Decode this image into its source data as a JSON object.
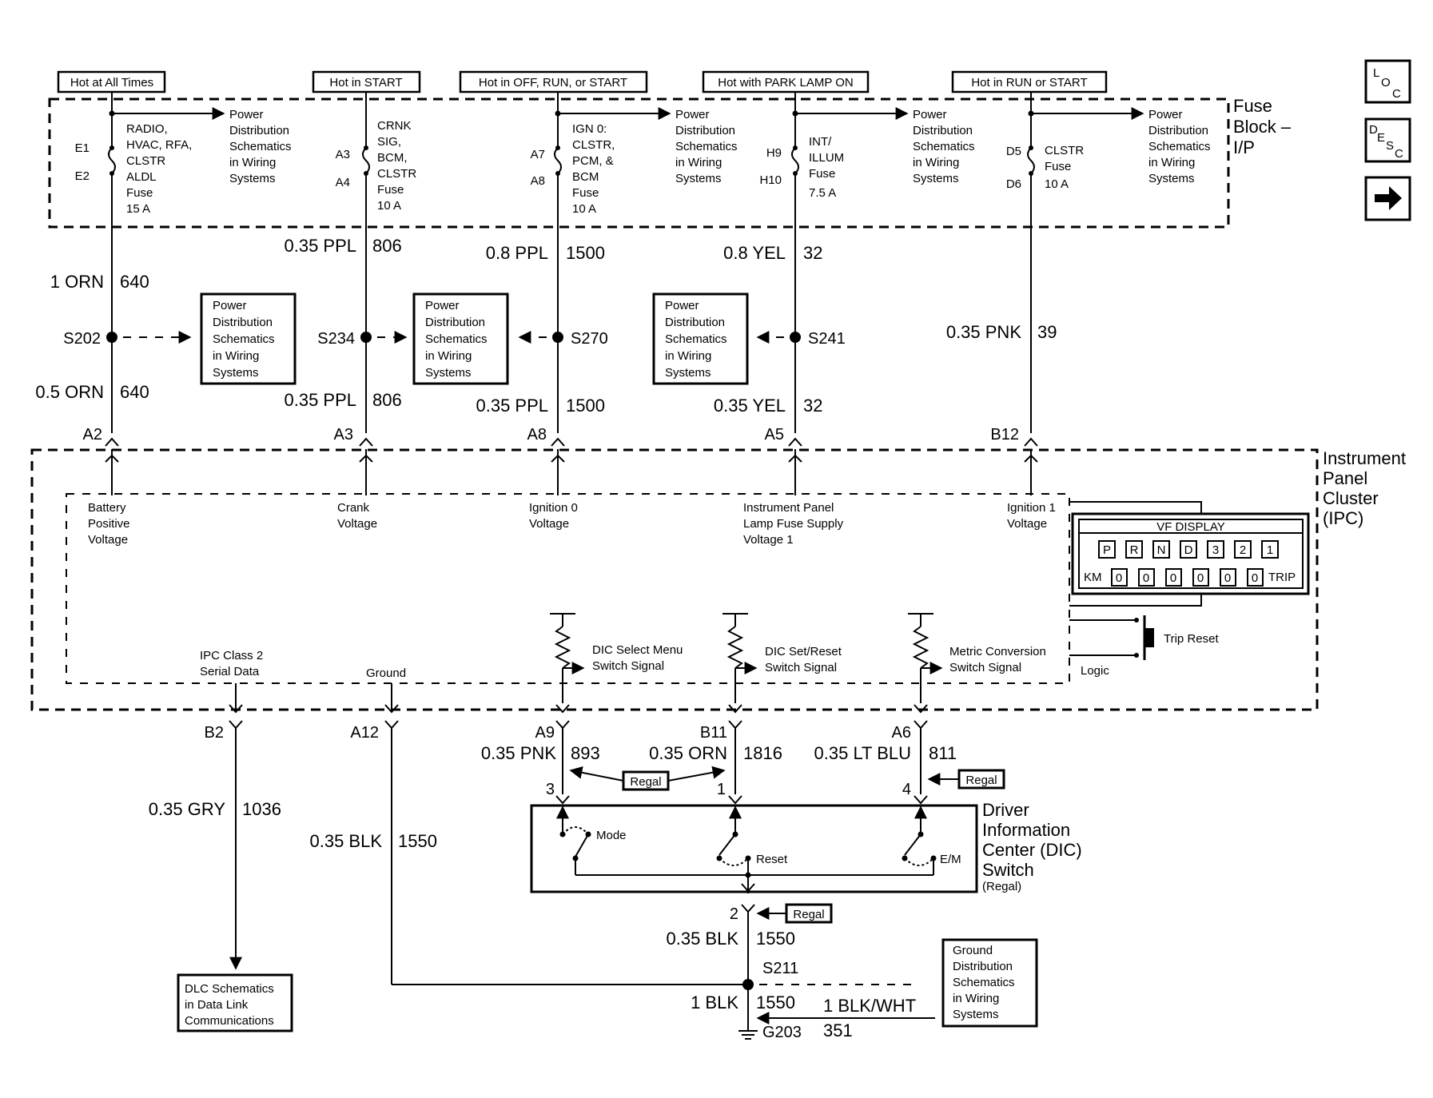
{
  "headers": [
    "Hot at All Times",
    "Hot in START",
    "Hot in OFF, RUN, or START",
    "Hot with PARK LAMP ON",
    "Hot in RUN or START"
  ],
  "fuse_block_title": [
    "Fuse",
    "Block –",
    "I/P"
  ],
  "nav_icons": {
    "loc": [
      "L",
      "O",
      "C"
    ],
    "desc": [
      "D",
      "E",
      "S",
      "C"
    ],
    "next": "next-arrow"
  },
  "fuses": [
    {
      "pins": [
        "E1",
        "E2"
      ],
      "label": [
        "RADIO,",
        "HVAC, RFA,",
        "CLSTR",
        "ALDL",
        "Fuse",
        "15 A"
      ]
    },
    {
      "pins": [
        "A3",
        "A4"
      ],
      "label": [
        "CRNK",
        "SIG,",
        "BCM,",
        "CLSTR",
        "Fuse",
        "10 A"
      ]
    },
    {
      "pins": [
        "A7",
        "A8"
      ],
      "label": [
        "IGN 0:",
        "CLSTR,",
        "PCM, &",
        "BCM",
        "Fuse",
        "10 A"
      ]
    },
    {
      "pins": [
        "H9",
        "H10"
      ],
      "label": [
        "INT/",
        "ILLUM",
        "Fuse",
        "7.5 A"
      ]
    },
    {
      "pins": [
        "D5",
        "D6"
      ],
      "label": [
        "CLSTR",
        "Fuse",
        "10 A"
      ]
    }
  ],
  "power_dist_text": [
    "Power",
    "Distribution",
    "Schematics",
    "in Wiring",
    "Systems"
  ],
  "wires_upper": [
    {
      "gauge": "1 ORN",
      "circuit": "640"
    },
    {
      "gauge": "0.35 PPL",
      "circuit": "806"
    },
    {
      "gauge": "0.8 PPL",
      "circuit": "1500"
    },
    {
      "gauge": "0.8 YEL",
      "circuit": "32"
    },
    {
      "gauge": "0.35 PNK",
      "circuit": "39"
    }
  ],
  "splices": [
    "S202",
    "S234",
    "S270",
    "S241"
  ],
  "wires_lower": [
    {
      "gauge": "0.5 ORN",
      "circuit": "640"
    },
    {
      "gauge": "0.35 PPL",
      "circuit": "806"
    },
    {
      "gauge": "0.35 PPL",
      "circuit": "1500"
    },
    {
      "gauge": "0.35 YEL",
      "circuit": "32"
    }
  ],
  "ipc_top_pins": [
    "A2",
    "A3",
    "A8",
    "A5",
    "B12"
  ],
  "ipc_title": [
    "Instrument",
    "Panel",
    "Cluster",
    "(IPC)"
  ],
  "ipc_inputs": [
    [
      "Battery",
      "Positive",
      "Voltage"
    ],
    [
      "Crank",
      "Voltage"
    ],
    [
      "Ignition 0",
      "Voltage"
    ],
    [
      "Instrument Panel",
      "Lamp Fuse Supply",
      "Voltage 1"
    ],
    [
      "Ignition 1",
      "Voltage"
    ]
  ],
  "vf_display": {
    "title": "VF DISPLAY",
    "gears": [
      "P",
      "R",
      "N",
      "D",
      "3",
      "2",
      "1"
    ],
    "km_label": "KM",
    "digits": [
      "0",
      "0",
      "0",
      "0",
      "0",
      "0"
    ],
    "trip_label": "TRIP"
  },
  "trip_reset": "Trip Reset",
  "logic": "Logic",
  "switch_signals": [
    [
      "DIC Select Menu",
      "Switch Signal"
    ],
    [
      "DIC Set/Reset",
      "Switch Signal"
    ],
    [
      "Metric Conversion",
      "Switch Signal"
    ]
  ],
  "ipc_outputs": [
    [
      "IPC Class 2",
      "Serial Data"
    ],
    [
      "Ground"
    ]
  ],
  "ipc_bottom_pins": [
    "B2",
    "A12",
    "A9",
    "B11",
    "A6"
  ],
  "wires_dic": [
    {
      "gauge": "0.35 PNK",
      "circuit": "893"
    },
    {
      "gauge": "0.35 ORN",
      "circuit": "1816"
    },
    {
      "gauge": "0.35 LT BLU",
      "circuit": "811"
    }
  ],
  "regal": "Regal",
  "dic_pins": [
    "3",
    "1",
    "4",
    "2"
  ],
  "dic_title": [
    "Driver",
    "Information",
    "Center (DIC)",
    "Switch"
  ],
  "dic_sub": "(Regal)",
  "dic_switches": [
    "Mode",
    "Reset",
    "E/M"
  ],
  "wire_b2": {
    "gauge": "0.35 GRY",
    "circuit": "1036"
  },
  "wire_a12": {
    "gauge": "0.35 BLK",
    "circuit": "1550"
  },
  "wire_dic_gnd": {
    "gauge": "0.35 BLK",
    "circuit": "1550"
  },
  "splice_s211": "S211",
  "wire_g203": {
    "gauge": "1 BLK",
    "circuit": "1550"
  },
  "wire_gnd_dist": {
    "gauge": "1 BLK/WHT",
    "circuit": "351"
  },
  "ground_name": "G203",
  "dlc_box": [
    "DLC Schematics",
    "in Data Link",
    "Communications"
  ],
  "ground_dist_box": [
    "Ground",
    "Distribution",
    "Schematics",
    "in Wiring",
    "Systems"
  ]
}
